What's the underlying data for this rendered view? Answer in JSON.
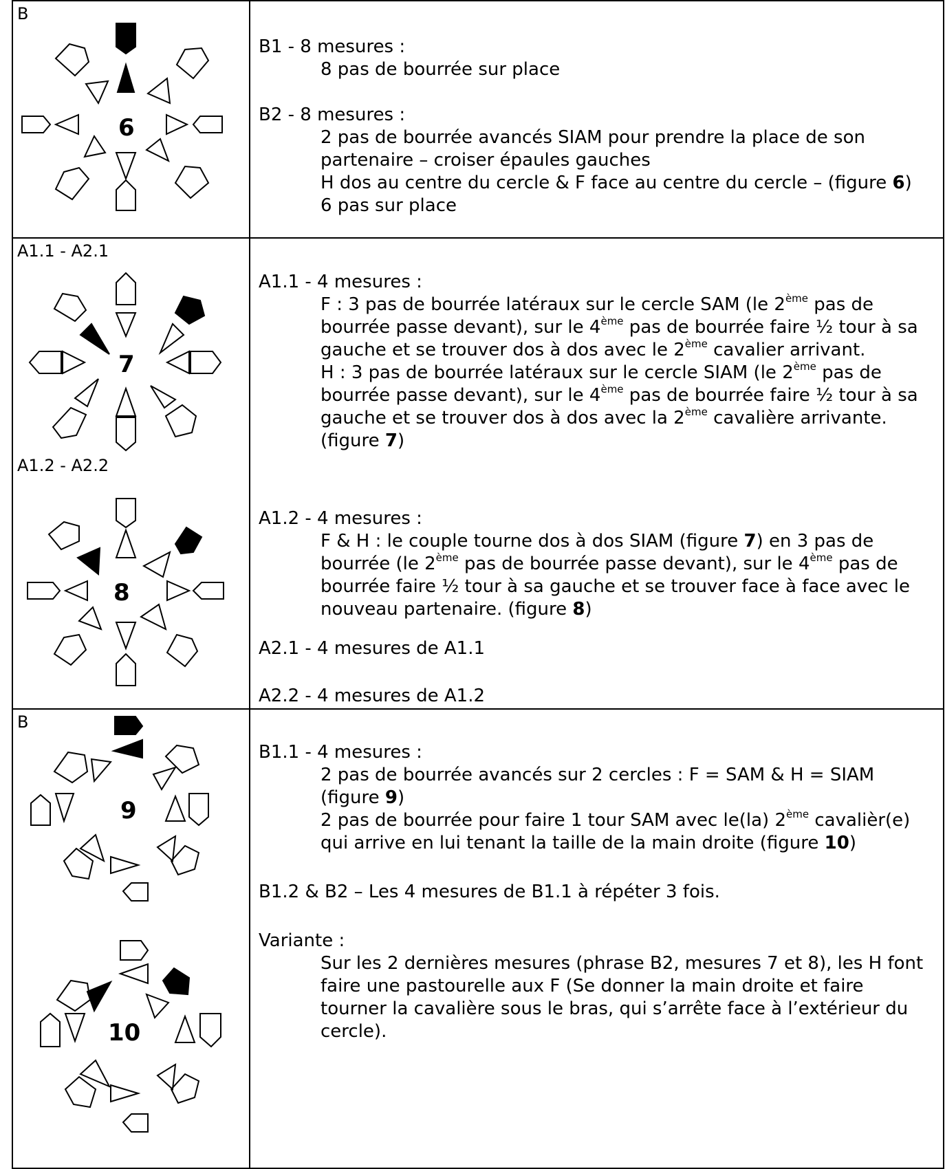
{
  "rows": [
    {
      "tags": [
        "B"
      ],
      "figures": [
        "6"
      ],
      "sections": [
        {
          "heading": "B1 - 8  mesures :",
          "lines": [
            "8 pas de bourrée sur place"
          ]
        },
        {
          "heading": "B2 - 8  mesures :",
          "lines": [
            "2 pas de bourrée avancés SIAM pour prendre la place de son",
            "partenaire – croiser épaules gauches",
            "H dos au centre du cercle & F face au centre du cercle – (figure 6)",
            "6 pas sur place"
          ]
        }
      ]
    },
    {
      "tags": [
        "A1.1 - A2.1",
        "A1.2 - A2.2"
      ],
      "figures": [
        "7",
        "8"
      ],
      "sections": [
        {
          "heading": "A1.1 - 4 mesures :",
          "lines": [
            "F : 3 pas de bourrée latéraux sur le cercle SAM (le 2ème pas de",
            "bourrée passe devant), sur le 4ème pas de bourrée faire ½ tour à sa",
            "gauche et se trouver dos à dos avec le 2ème cavalier arrivant.",
            "H : 3 pas de bourrée latéraux sur le cercle SIAM (le 2ème pas de",
            "bourrée passe devant), sur le 4ème pas de bourrée faire ½ tour à sa",
            "gauche et se trouver dos à dos avec la 2ème cavalière arrivante.",
            "(figure 7)"
          ]
        },
        {
          "heading": "A1.2 - 4 mesures :",
          "lines": [
            "F & H :  le couple tourne dos à dos SIAM (figure 7) en 3 pas de",
            "bourrée (le 2ème pas de bourrée passe devant), sur le 4ème pas de",
            "bourrée faire ½ tour à sa gauche et se trouver face à face avec le",
            "nouveau partenaire. (figure 8)"
          ]
        },
        {
          "heading": "A2.1 - 4 mesures de A1.1",
          "lines": []
        },
        {
          "heading": "A2.2 - 4 mesures de A1.2",
          "lines": []
        }
      ]
    },
    {
      "tags": [
        "B"
      ],
      "figures": [
        "9",
        "10"
      ],
      "sections": [
        {
          "heading": "B1.1 - 4 mesures :",
          "lines": [
            "2 pas de bourrée avancés sur 2 cercles : F = SAM & H = SIAM",
            "(figure 9)",
            "2 pas de bourrée pour faire 1 tour SAM avec le(la) 2ème cavalièr(e)",
            "qui arrive en lui tenant la taille de la  main droite (figure 10)"
          ]
        },
        {
          "heading": "B1.2 & B2 – Les 4  mesures de B1.1 à répéter 3 fois.",
          "lines": []
        },
        {
          "heading": "Variante :",
          "lines": [
            "Sur les 2 dernières mesures (phrase B2, mesures 7 et 8), les H font",
            "faire une pastourelle aux F (Se donner la main droite et faire",
            "tourner la cavalière sous le bras, qui s’arrête face à l’extérieur du",
            "cercle)."
          ]
        }
      ]
    }
  ]
}
